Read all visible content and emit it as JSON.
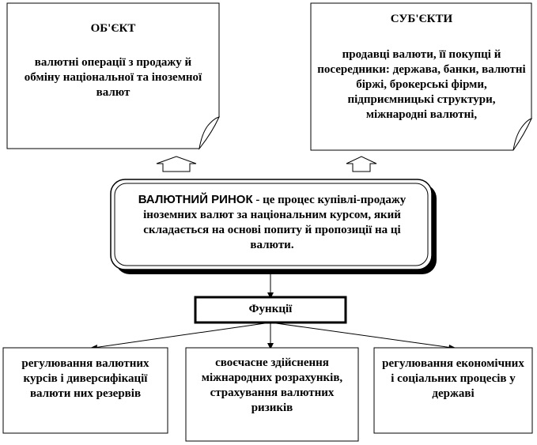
{
  "object": {
    "title": "ОБ'ЄКТ",
    "text": "валютні операції з продажу й обміну національної та іноземної валют"
  },
  "subjects": {
    "title": "СУБ'ЄКТИ",
    "text": "продавці валюти, її покупці й посередники: держава, банки, валютні біржі, брокерські фірми, підприємницькі структури, міжнародні валютні,"
  },
  "definition": {
    "term": "ВАЛЮТНИЙ РИНОК",
    "text": " - це процес купівлі-продажу іноземних валют за національним курсом, який складається на основі попиту й пропозиції на ці валюти."
  },
  "functions": {
    "label": "Функції",
    "items": [
      "регулювання валютних курсів і диверсифікації валюти них резервів",
      "своєчасне здійснення міжнародних розрахунків, страхування валютних ризиків",
      "регулювання економічних і соціальних процесів у державі"
    ]
  }
}
